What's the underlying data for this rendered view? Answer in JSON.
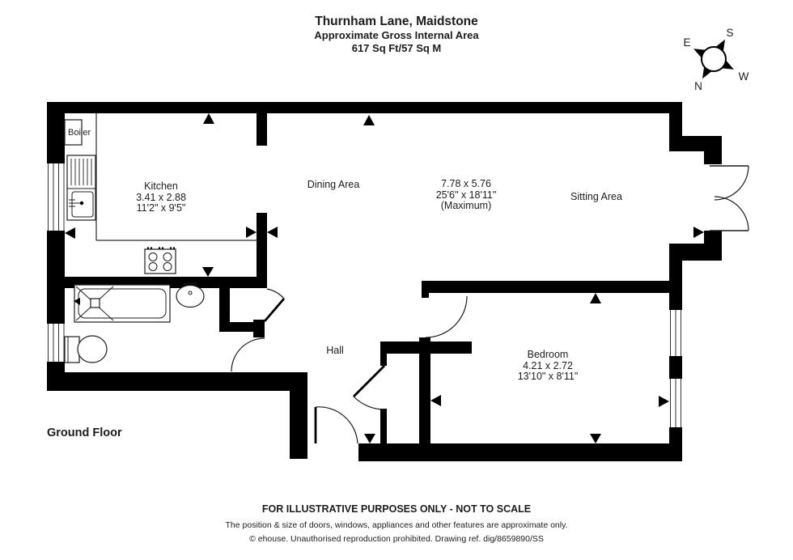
{
  "header": {
    "title": "Thurnham Lane, Maidstone",
    "subtitle": "Approximate Gross Internal Area",
    "area": "617 Sq Ft/57 Sq M"
  },
  "compass": {
    "n": "N",
    "e": "E",
    "s": "S",
    "w": "W"
  },
  "rooms": {
    "boiler": {
      "name": "Boiler"
    },
    "kitchen": {
      "name": "Kitchen",
      "metric": "3.41 x 2.88",
      "imperial": "11'2\" x 9'5\""
    },
    "dining": {
      "name": "Dining Area"
    },
    "living": {
      "metric": "7.78 x 5.76",
      "imperial": "25'6\" x 18'11\"",
      "qualifier": "(Maximum)"
    },
    "sitting": {
      "name": "Sitting Area"
    },
    "hall": {
      "name": "Hall"
    },
    "bedroom": {
      "name": "Bedroom",
      "metric": "4.21 x 2.72",
      "imperial": "13'10\" x 8'11\""
    }
  },
  "floor": {
    "label": "Ground Floor"
  },
  "footer": {
    "line1": "FOR ILLUSTRATIVE PURPOSES ONLY - NOT TO SCALE",
    "line2": "The position & size of doors, windows, appliances and other features are approximate only.",
    "line3": "© ehouse. Unauthorised reproduction prohibited. Drawing ref. dig/8659890/SS"
  },
  "colors": {
    "wall": "#000000",
    "background": "#ffffff",
    "text": "#1c1c1c"
  }
}
